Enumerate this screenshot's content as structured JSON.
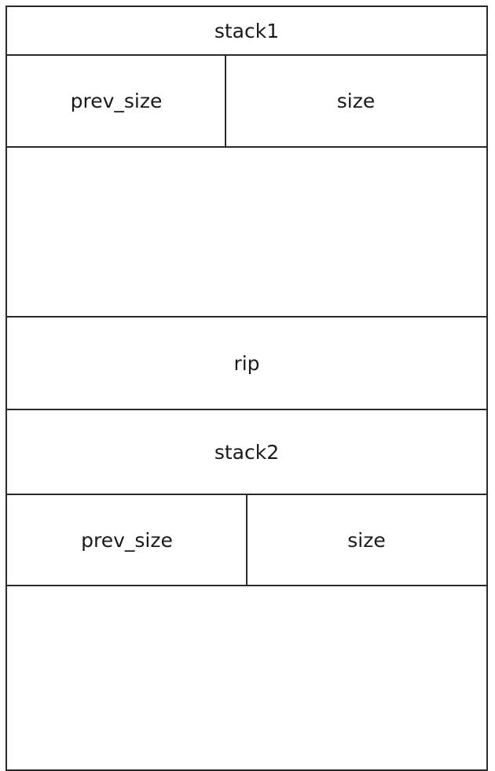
{
  "diagram": {
    "blocks": [
      {
        "id": "stack1",
        "label": "stack1"
      },
      {
        "id": "stack1_header",
        "cells": [
          "prev_size",
          "size"
        ]
      },
      {
        "id": "stack1_body",
        "label": ""
      },
      {
        "id": "rip",
        "label": "rip"
      },
      {
        "id": "stack2",
        "label": "stack2"
      },
      {
        "id": "stack2_header",
        "cells": [
          "prev_size",
          "size"
        ]
      },
      {
        "id": "stack2_body",
        "label": ""
      }
    ],
    "line_color": "#2a2a2a",
    "background": "#ffffff"
  }
}
